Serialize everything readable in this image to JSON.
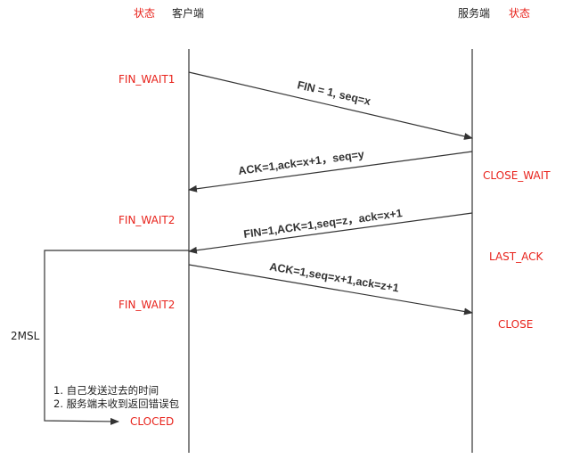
{
  "header": {
    "client_state": "状态",
    "client": "客户端",
    "server": "服务端",
    "server_state": "状态"
  },
  "client_states": {
    "fin_wait1": "FIN_WAIT1",
    "fin_wait2_a": "FIN_WAIT2",
    "fin_wait2_b": "FIN_WAIT2",
    "cloced": "CLOCED"
  },
  "server_states": {
    "close_wait": "CLOSE_WAIT",
    "last_ack": "LAST_ACK",
    "close": "CLOSE"
  },
  "messages": {
    "m1": "FIN = 1, seq=x",
    "m2": "ACK=1,ack=x+1，seq=y",
    "m3": "FIN=1,ACK=1,seq=z，ack=x+1",
    "m4": "ACK=1,seq=x+1,ack=z+1"
  },
  "timer": {
    "label": "2MSL",
    "note1": "1. 自己发送过去的时间",
    "note2": "2. 服务端未收到返回错误包"
  },
  "colors": {
    "state_red": "#e8231c",
    "line": "#333333"
  }
}
